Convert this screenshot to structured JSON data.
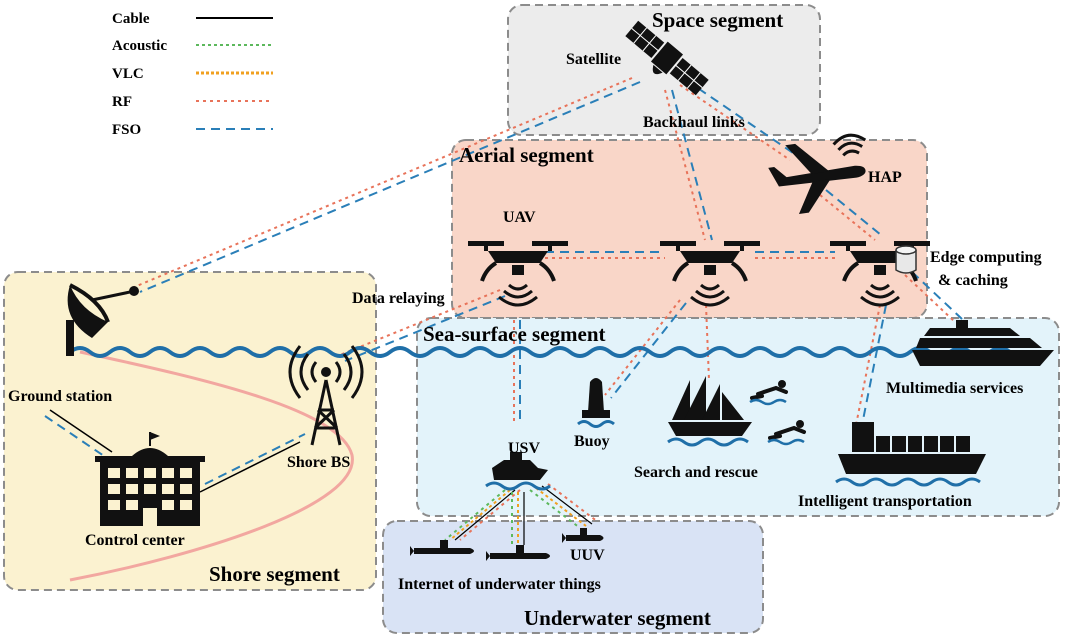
{
  "legend": {
    "cable": "Cable",
    "acoustic": "Acoustic",
    "vlc": "VLC",
    "rf": "RF",
    "fso": "FSO"
  },
  "segments": {
    "space": "Space segment",
    "aerial": "Aerial segment",
    "sea_surface": "Sea-surface segment",
    "shore": "Shore segment",
    "underwater": "Underwater segment"
  },
  "nodes": {
    "satellite": "Satellite",
    "backhaul": "Backhaul links",
    "hap": "HAP",
    "uav": "UAV",
    "edge_line1": "Edge computing",
    "edge_line2": "& caching",
    "data_relaying": "Data relaying",
    "ground_station": "Ground station",
    "shore_bs": "Shore BS",
    "control_center": "Control center",
    "usv": "USV",
    "buoy": "Buoy",
    "search_rescue": "Search and rescue",
    "multimedia": "Multimedia services",
    "intelligent_transport": "Intelligent transportation",
    "uuv": "UUV",
    "iout": "Internet of underwater things"
  },
  "colors": {
    "cable": "#000000",
    "acoustic": "#5cb85c",
    "vlc": "#f0a020",
    "rf": "#e8735a",
    "fso": "#2a7fb8",
    "space_bg": "#ececec",
    "aerial_bg": "#f9d6c8",
    "sea_bg": "#e3f3fa",
    "shore_bg": "#fbf2d0",
    "underwater_bg": "#d9e3f5",
    "water": "#1f6fa8"
  }
}
